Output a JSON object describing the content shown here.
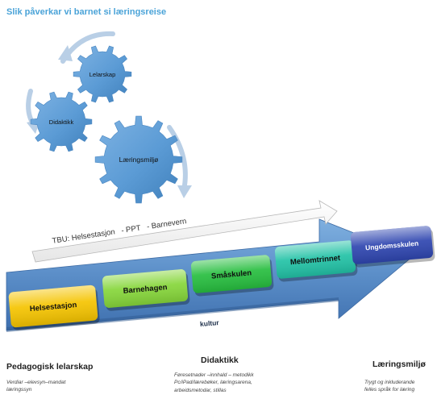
{
  "title": "Slik påverkar vi barnet si læringsreise",
  "gears": [
    {
      "id": "lelarskap",
      "label": "Lelarskap"
    },
    {
      "id": "didaktikk",
      "label": "Didaktikk"
    },
    {
      "id": "laeringsmiljo",
      "label": "Læringsmiljø"
    }
  ],
  "tbu": {
    "label": "TBU: Helsestasjon   - PPT   - Barnevern"
  },
  "stages": [
    {
      "id": "helsestasjon",
      "label": "Helsestasjon",
      "color": "#f5c400"
    },
    {
      "id": "barnehagen",
      "label": "Barnehagen",
      "color": "#86d63a"
    },
    {
      "id": "smaskulen",
      "label": "Småskulen",
      "color": "#27be3f"
    },
    {
      "id": "mellomtrinnet",
      "label": "Mellomtrinnet",
      "color": "#22c2a6"
    },
    {
      "id": "ungdomsskulen",
      "label": "Ungdomsskulen",
      "color": "#2f46b0"
    }
  ],
  "kultur": {
    "label": "kultur"
  },
  "columns": [
    {
      "id": "pedagogisk-lelarskap",
      "title": "Pedagogisk lelarskap",
      "lines": [
        "Verdiar –elevsyn–mandat",
        "læringssyn"
      ]
    },
    {
      "id": "didaktikk",
      "title": "Didaktikk",
      "lines": [
        "Føresetnader –innhald – metodikk",
        "Pc/iPad/lærebøker, læringsarena,",
        "arbeidsmetodar, stillas"
      ]
    },
    {
      "id": "laeringsmiljo",
      "title": "Læringsmiljø",
      "lines": [
        "Trygt og inkluderande",
        "felles språk for læring"
      ]
    }
  ],
  "colors": {
    "title": "#4aa3d8",
    "gear": "#5b9bd5",
    "arc": "#b9cfe6",
    "band": "#5b8ec8",
    "tbu_arrow": "#ffffff"
  }
}
